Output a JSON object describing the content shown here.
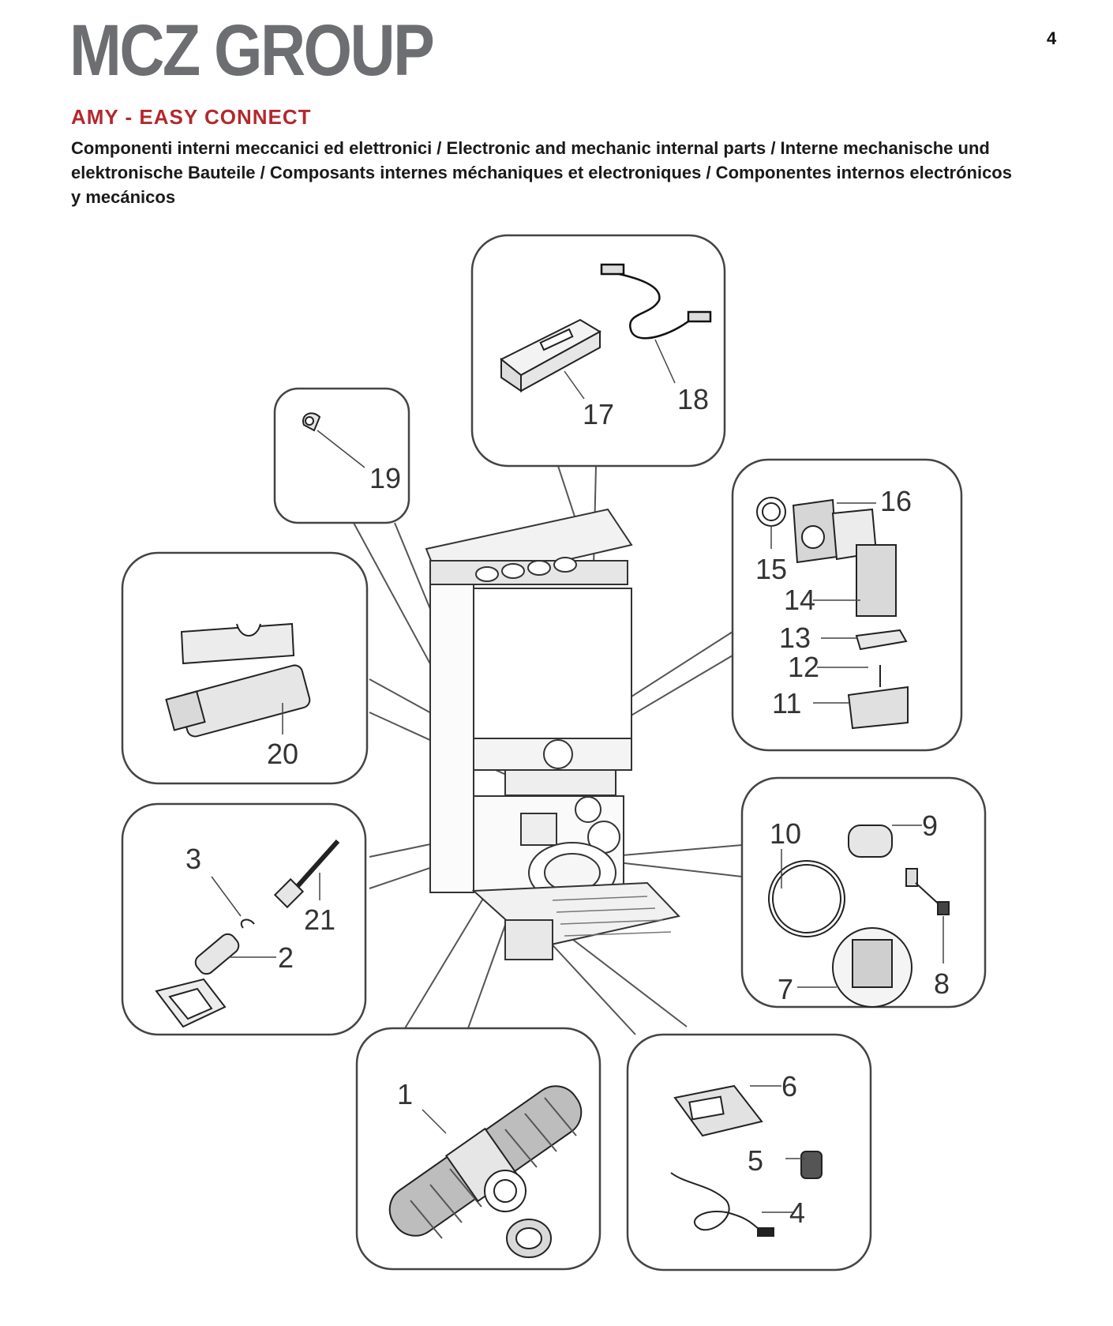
{
  "brand": "MCZ GROUP",
  "page_number": "4",
  "model": "AMY - EASY CONNECT",
  "description": "Componenti interni meccanici ed elettronici / Electronic and mechanic internal parts / Interne mechanische und elektronische Bauteile / Composants internes méchaniques et electroniques / Componentes internos electrónicos y mecánicos",
  "callouts": {
    "p1": "1",
    "p2": "2",
    "p3": "3",
    "p4": "4",
    "p5": "5",
    "p6": "6",
    "p7": "7",
    "p8": "8",
    "p9": "9",
    "p10": "10",
    "p11": "11",
    "p12": "12",
    "p13": "13",
    "p14": "14",
    "p15": "15",
    "p16": "16",
    "p17": "17",
    "p18": "18",
    "p19": "19",
    "p20": "20",
    "p21": "21"
  }
}
